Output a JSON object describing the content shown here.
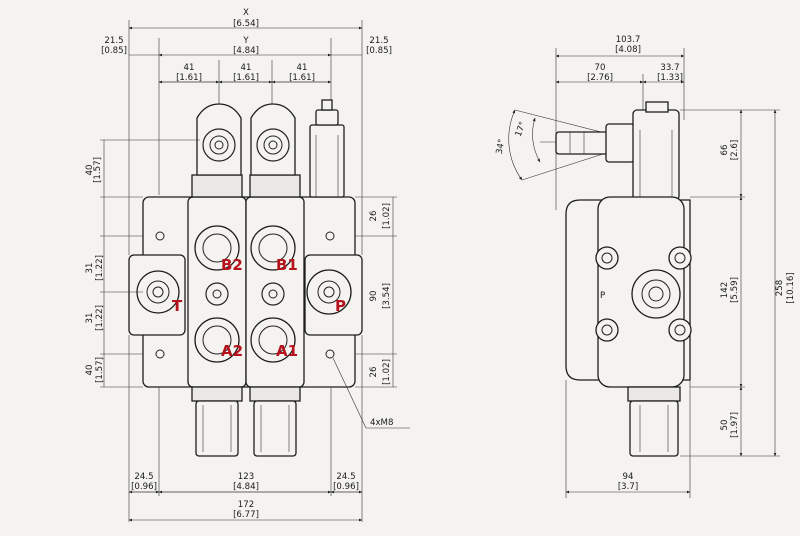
{
  "drawing": {
    "front_view": {
      "overall_width": {
        "mm": "X",
        "inch": "[6.54]"
      },
      "inner_width": {
        "mm": "Y",
        "inch": "[4.84]"
      },
      "edge_left": {
        "mm": "21.5",
        "inch": "[0.85]"
      },
      "edge_right": {
        "mm": "21.5",
        "inch": "[0.85]"
      },
      "section_pitch": [
        {
          "mm": "41",
          "inch": "[1.61]"
        },
        {
          "mm": "41",
          "inch": "[1.61]"
        },
        {
          "mm": "41",
          "inch": "[1.61]"
        }
      ],
      "left_heights": [
        {
          "mm": "40",
          "inch": "[1.57]"
        },
        {
          "mm": "31",
          "inch": "[1.22]"
        },
        {
          "mm": "31",
          "inch": "[1.22]"
        },
        {
          "mm": "40",
          "inch": "[1.57]"
        }
      ],
      "right_heights": [
        {
          "mm": "26",
          "inch": "[1.02]"
        },
        {
          "mm": "90",
          "inch": "[3.54]"
        },
        {
          "mm": "26",
          "inch": "[1.02]"
        }
      ],
      "bottom_segments": [
        {
          "mm": "24.5",
          "inch": "[0.96]"
        },
        {
          "mm": "123",
          "inch": "[4.84]"
        },
        {
          "mm": "24.5",
          "inch": "[0.96]"
        }
      ],
      "bottom_total": {
        "mm": "172",
        "inch": "[6.77]"
      },
      "mount_callout": "4xM8",
      "ports": {
        "tank": "T",
        "pressure": "P",
        "b2": "B2",
        "b1": "B1",
        "a2": "A2",
        "a1": "A1"
      }
    },
    "side_view": {
      "top_width": {
        "mm": "103.7",
        "inch": "[4.08]"
      },
      "lever_offset": {
        "mm": "70",
        "inch": "[2.76]"
      },
      "lever_to_back": {
        "mm": "33.7",
        "inch": "[1.33]"
      },
      "angle_large": "34°",
      "angle_small": "17°",
      "lever_height": {
        "mm": "66",
        "inch": "[2.6]"
      },
      "body_height": {
        "mm": "142",
        "inch": "[5.59]"
      },
      "total_height": {
        "mm": "258",
        "inch": "[10.16]"
      },
      "lower_height": {
        "mm": "50",
        "inch": "[1.97]"
      },
      "bottom_width": {
        "mm": "94",
        "inch": "[3.7]"
      },
      "port_label": "P"
    }
  }
}
